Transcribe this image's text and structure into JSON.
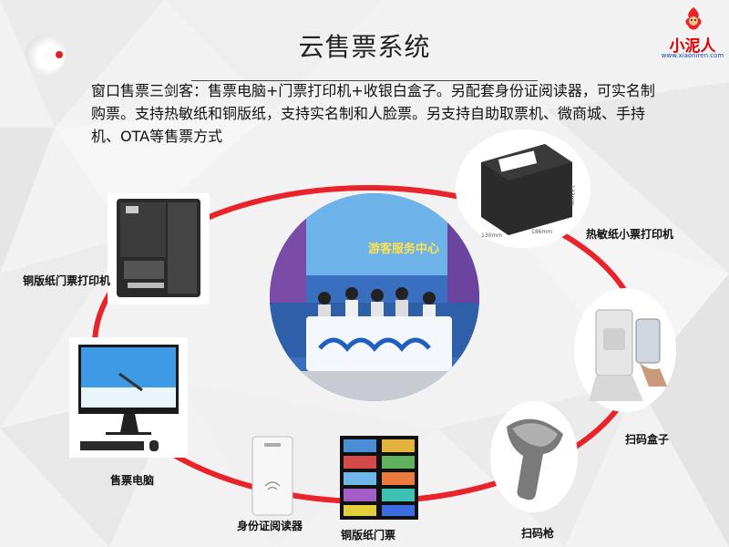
{
  "header": {
    "title": "云售票系统",
    "description": "窗口售票三剑客：售票电脑+门票打印机+收银白盒子。另配套身份证阅读器，可实名制购票。支持热敏纸和铜版纸，支持实名制和人脸票。另支持自助取票机、微商城、手持机、OTA等售票方式"
  },
  "logo": {
    "name": "小泥人",
    "url": "www.xiaoniren.com"
  },
  "center_photo": {
    "sign_text": "游客服务中心"
  },
  "devices": [
    {
      "label": "铜版纸门票打印机"
    },
    {
      "label": "热敏纸小票打印机"
    },
    {
      "label": "售票电脑"
    },
    {
      "label": "扫码盒子"
    },
    {
      "label": "身份证阅读器"
    },
    {
      "label": "铜版纸门票"
    },
    {
      "label": "扫码枪"
    }
  ],
  "printer_dims": {
    "w": "130mm",
    "d": "186mm",
    "h": "133mm"
  },
  "colors": {
    "ring": "#e8232a",
    "logo_red": "#e10000",
    "logo_blue": "#0b4aa8"
  }
}
